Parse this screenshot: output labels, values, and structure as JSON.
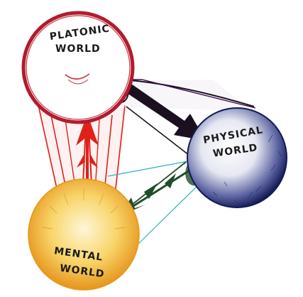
{
  "worlds": {
    "platonic": {
      "line1": "PLATONIC",
      "line2": "WORLD",
      "color": "#b01c2e"
    },
    "physical": {
      "line1": "PHYSICAL",
      "line2": "WORLD",
      "color": "#1f2a6b"
    },
    "mental": {
      "line1": "MENTAL",
      "line2": "WORLD",
      "color": "#f0b429"
    }
  },
  "connector_colors": {
    "platonic_to_mental": "#e0201a",
    "platonic_to_physical": "#1a1020",
    "physical_to_mental": "#1f4d2a",
    "cyan_guides": "#2bb3b8"
  }
}
